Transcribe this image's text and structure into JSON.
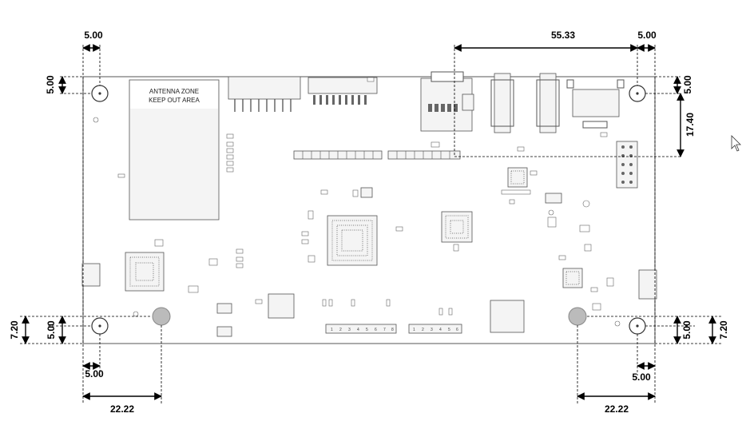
{
  "board": {
    "antenna_line1": "ANTENNA ZONE",
    "antenna_line2": "KEEP OUT AREA"
  },
  "dimensions": {
    "top_left_horizontal": "5.00",
    "top_left_vertical": "5.00",
    "top_span": "55.33",
    "top_right_horizontal": "5.00",
    "right_top_vertical": "5.00",
    "right_span": "17.40",
    "bottom_left_outer_vertical": "7.20",
    "bottom_left_inner_vertical": "5.00",
    "bottom_left_horizontal": "5.00",
    "bottom_left_span": "22.22",
    "bottom_right_inner_vertical": "5.00",
    "bottom_right_outer_vertical": "7.20",
    "bottom_right_horizontal": "5.00",
    "bottom_right_span": "22.22"
  },
  "headers": {
    "left_pins": [
      "1",
      "2",
      "3",
      "4",
      "5",
      "6",
      "7",
      "8"
    ],
    "right_pins": [
      "1",
      "2",
      "3",
      "4",
      "5",
      "6"
    ]
  },
  "colors": {
    "board_outline": "#555555",
    "dimension_lines": "#000000",
    "mounting_pad": "#bbbbbb"
  }
}
